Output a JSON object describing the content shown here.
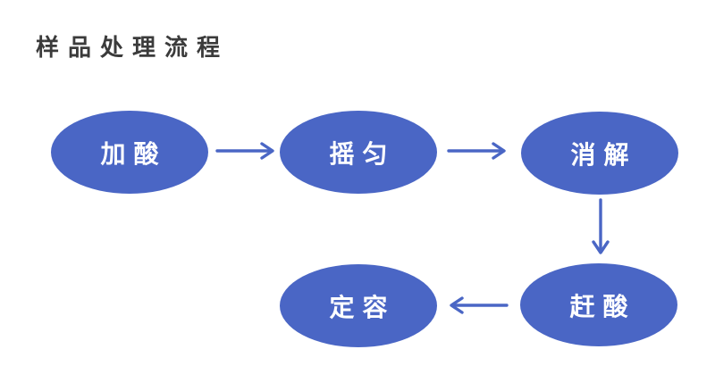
{
  "title": "样品处理流程",
  "colors": {
    "node_fill": "#4A66C5",
    "node_text": "#FFFFFF",
    "arrow": "#4A66C5",
    "title": "#3B3B3B",
    "background": "#FFFFFF"
  },
  "flowchart": {
    "type": "flowchart",
    "node_shape": "ellipse",
    "nodes": [
      {
        "id": "add-acid",
        "label": "加酸"
      },
      {
        "id": "shake-well",
        "label": "摇匀"
      },
      {
        "id": "digest",
        "label": "消解"
      },
      {
        "id": "drive-off-acid",
        "label": "赶酸"
      },
      {
        "id": "fix-volume",
        "label": "定容"
      }
    ],
    "edges": [
      {
        "from": "add-acid",
        "to": "shake-well",
        "direction": "right"
      },
      {
        "from": "shake-well",
        "to": "digest",
        "direction": "right"
      },
      {
        "from": "digest",
        "to": "drive-off-acid",
        "direction": "down"
      },
      {
        "from": "drive-off-acid",
        "to": "fix-volume",
        "direction": "left"
      }
    ]
  }
}
